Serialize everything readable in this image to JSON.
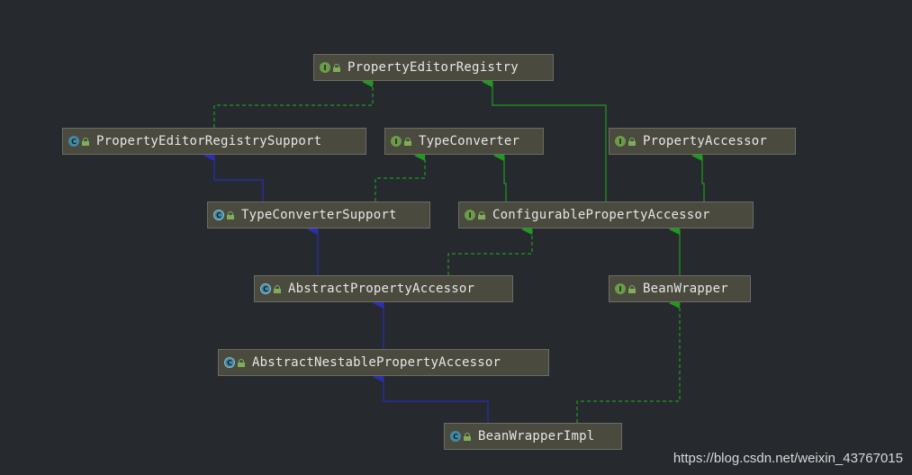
{
  "nodes": {
    "per": {
      "label": "PropertyEditorRegistry",
      "kind": "interface"
    },
    "pers": {
      "label": "PropertyEditorRegistrySupport",
      "kind": "class"
    },
    "tc": {
      "label": "TypeConverter",
      "kind": "interface"
    },
    "pa": {
      "label": "PropertyAccessor",
      "kind": "interface"
    },
    "tcs": {
      "label": "TypeConverterSupport",
      "kind": "abstract"
    },
    "cpa": {
      "label": "ConfigurablePropertyAccessor",
      "kind": "interface"
    },
    "apa": {
      "label": "AbstractPropertyAccessor",
      "kind": "abstract"
    },
    "bw": {
      "label": "BeanWrapper",
      "kind": "interface"
    },
    "anpa": {
      "label": "AbstractNestablePropertyAccessor",
      "kind": "abstract"
    },
    "bwi": {
      "label": "BeanWrapperImpl",
      "kind": "class"
    }
  },
  "badges": {
    "interface": "I",
    "class": "C",
    "abstract": "C"
  },
  "relations": [
    {
      "from": "pers",
      "to": "per",
      "type": "implements"
    },
    {
      "from": "cpa",
      "to": "per",
      "type": "extends-interface"
    },
    {
      "from": "cpa",
      "to": "tc",
      "type": "extends-interface"
    },
    {
      "from": "cpa",
      "to": "pa",
      "type": "extends-interface"
    },
    {
      "from": "tcs",
      "to": "pers",
      "type": "extends"
    },
    {
      "from": "tcs",
      "to": "tc",
      "type": "implements"
    },
    {
      "from": "apa",
      "to": "tcs",
      "type": "extends"
    },
    {
      "from": "apa",
      "to": "cpa",
      "type": "implements"
    },
    {
      "from": "bw",
      "to": "cpa",
      "type": "extends-interface"
    },
    {
      "from": "anpa",
      "to": "apa",
      "type": "extends"
    },
    {
      "from": "bwi",
      "to": "anpa",
      "type": "extends"
    },
    {
      "from": "bwi",
      "to": "bw",
      "type": "implements"
    }
  ],
  "colors": {
    "extends": "#2a2fb0",
    "implements": "#1f9a1f",
    "extends-interface": "#1f9a1f"
  },
  "watermark": "https://blog.csdn.net/weixin_43767015"
}
